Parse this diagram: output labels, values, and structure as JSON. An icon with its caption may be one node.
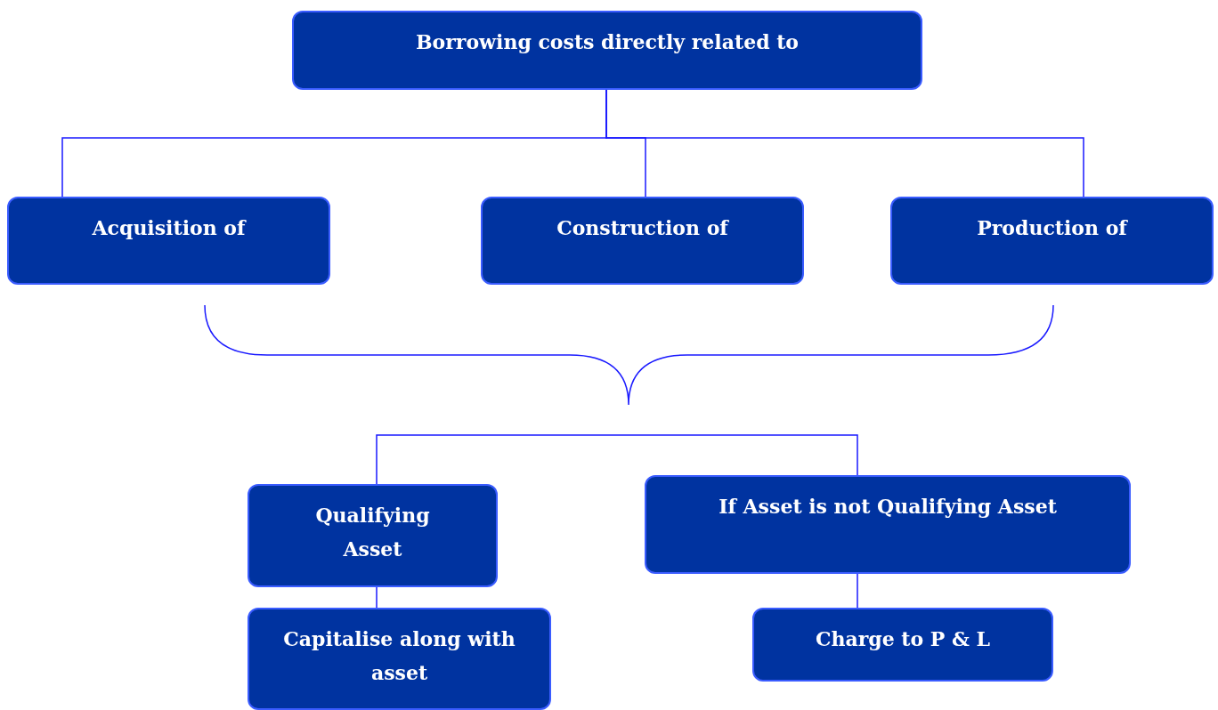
{
  "diagram": {
    "nodes": [
      {
        "text": [
          "Borrowing costs directly related to"
        ]
      },
      {
        "text": [
          "Acquisition of"
        ]
      },
      {
        "text": [
          "Construction of"
        ]
      },
      {
        "text": [
          "Production of"
        ]
      },
      {
        "text": [
          "Qualifying Asset"
        ]
      },
      {
        "text": [
          "If Asset is not Qualifying Asset"
        ]
      },
      {
        "text": [
          "Capitalise along with asset"
        ]
      },
      {
        "text": [
          "Charge to P & L"
        ]
      }
    ],
    "edges": [
      {
        "from": 0,
        "to": 1,
        "arrow": "none"
      },
      {
        "from": 0,
        "to": 2,
        "arrow": "none"
      },
      {
        "from": 0,
        "to": 3,
        "arrow": "none"
      },
      {
        "from": null,
        "to": 4,
        "arrow": "none"
      },
      {
        "from": null,
        "to": 5,
        "arrow": "none"
      },
      {
        "from": 4,
        "to": 6,
        "arrow": "none"
      },
      {
        "from": 5,
        "to": 7,
        "arrow": "none"
      }
    ]
  }
}
